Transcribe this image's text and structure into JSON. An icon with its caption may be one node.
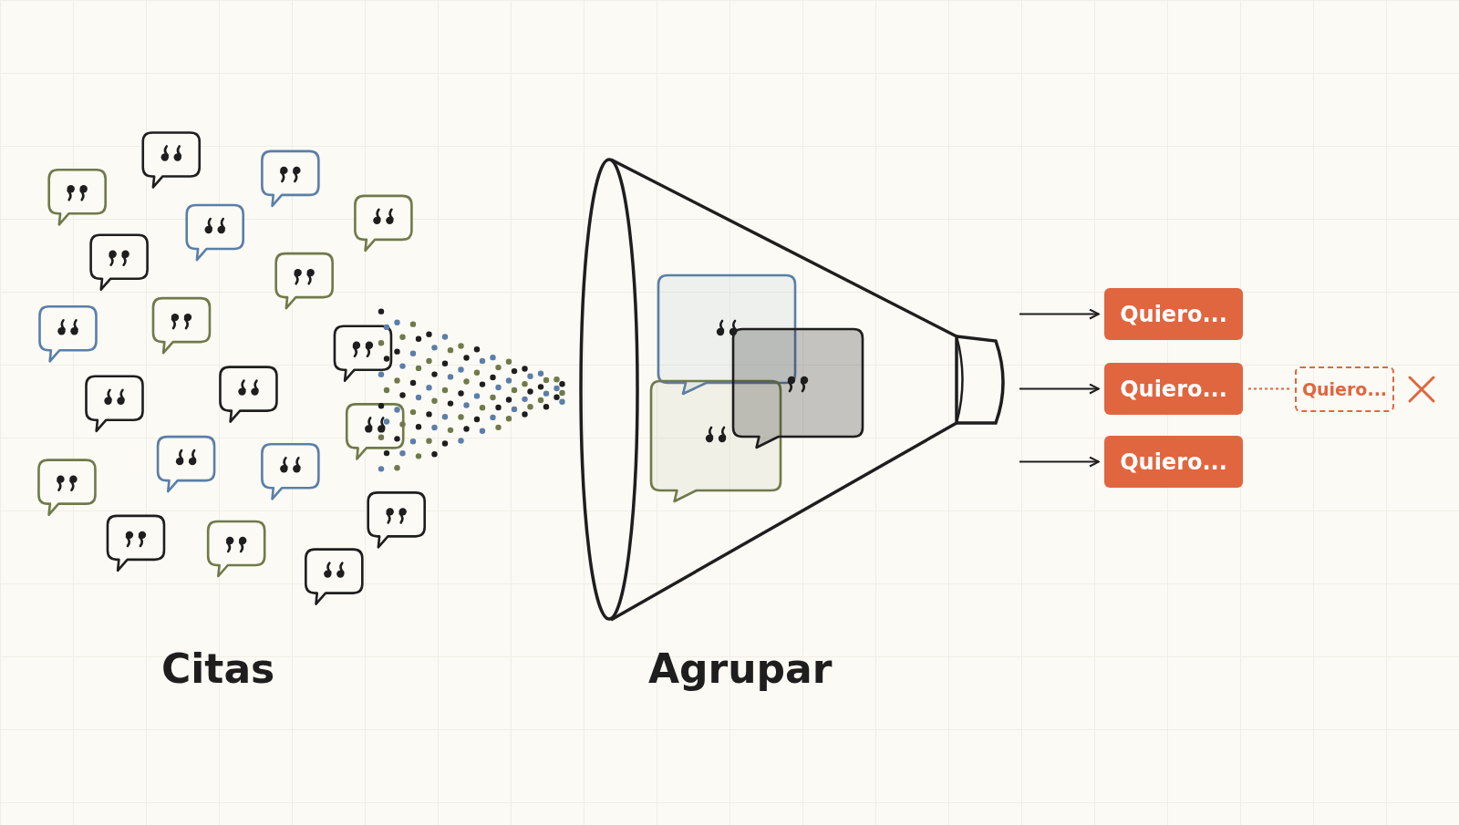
{
  "diagram": {
    "nodes": [
      {
        "text": [
          "Quiero..."
        ]
      },
      {
        "text": [
          "Quiero..."
        ]
      },
      {
        "text": [
          "Quiero..."
        ]
      },
      {
        "text": [
          "Quiero..."
        ]
      }
    ],
    "edges": [
      {
        "from": null,
        "to": 0,
        "arrow": "to"
      },
      {
        "from": null,
        "to": 1,
        "arrow": "to"
      },
      {
        "from": null,
        "to": 2,
        "arrow": "to"
      },
      {
        "from": 1,
        "to": 3,
        "arrow": "none",
        "style": "dashed",
        "color": "#e0663f"
      }
    ],
    "labels": [
      "Citas",
      "Agrupar"
    ]
  }
}
